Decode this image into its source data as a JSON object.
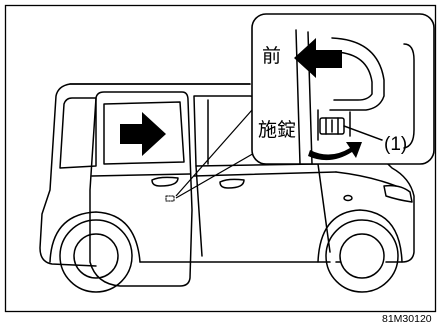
{
  "labels": {
    "front": "前",
    "lock": "施錠",
    "callout": "(1)",
    "figure_code": "81M30120"
  },
  "icons": {
    "slide_arrow": "right-arrow-icon",
    "front_arrow": "left-arrow-icon",
    "turn_arrow": "curved-arrow-icon"
  },
  "colors": {
    "line": "#000000",
    "fill": "#ffffff",
    "arrow": "#000000"
  }
}
